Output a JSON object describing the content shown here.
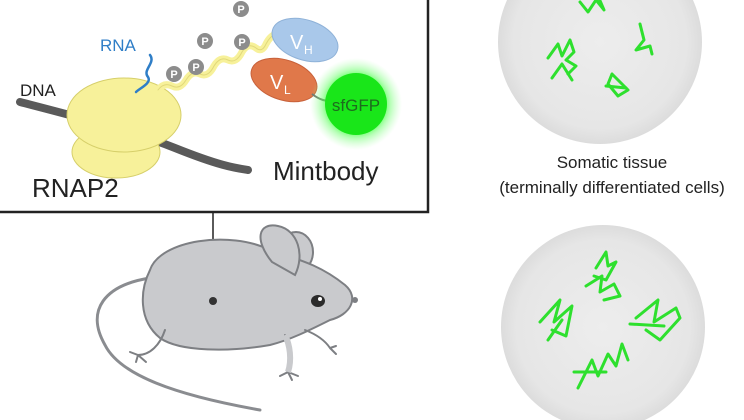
{
  "labels": {
    "rna": "RNA",
    "dna": "DNA",
    "rnap2": "RNAP2",
    "phospho": "P",
    "vh_main": "V",
    "vh_sub": "H",
    "vl_main": "V",
    "vl_sub": "L",
    "sfgfp": "sfGFP",
    "mintbody": "Mintbody",
    "somatic_line1": "Somatic tissue",
    "somatic_line2": "(terminally differentiated cells)"
  },
  "colors": {
    "polymerase": "#f7f19a",
    "rna": "#2f7ec7",
    "dna": "#5a5a5a",
    "vh": "#a9c8ea",
    "vl": "#e0784a",
    "gfp": "#19e619",
    "phospho": "#8c8c8c",
    "mouse": "#c9cacd",
    "nucleus": "#ececec",
    "chromosome": "#2ee02e"
  }
}
